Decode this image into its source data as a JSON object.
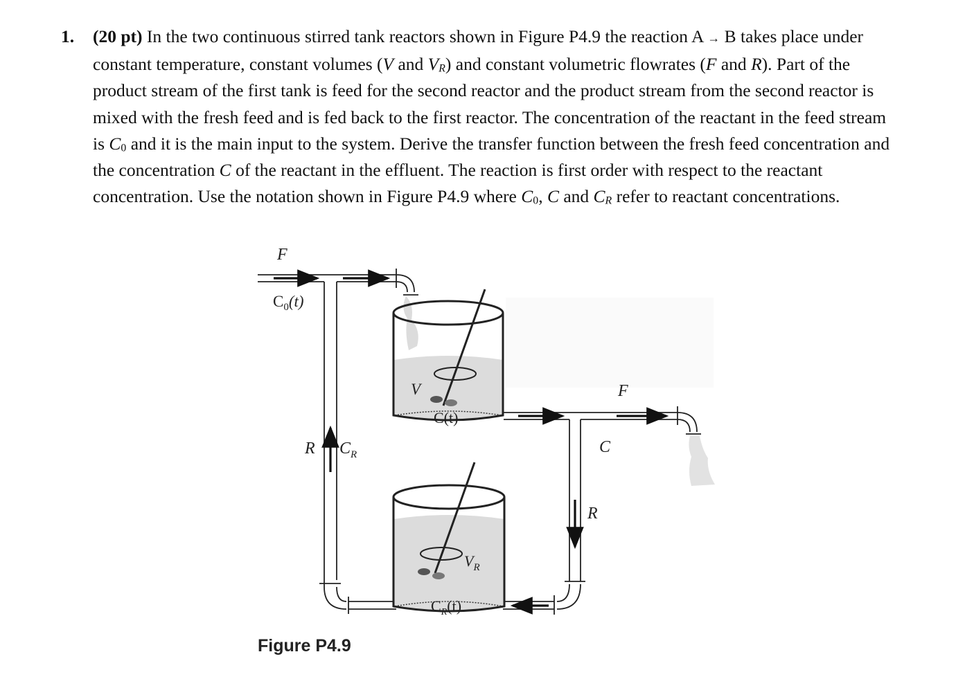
{
  "problem": {
    "number": "1.",
    "points": "(20 pt)",
    "segments": [
      " In the two continuous stirred tank reactors shown in Figure P4.9 the reaction A ",
      "→",
      " B takes place under constant temperature, constant volumes (",
      "V",
      " and ",
      "V",
      "R",
      ") and constant volumetric flowrates (",
      "F",
      " and ",
      "R",
      "). Part of the product stream of the first tank is feed for the second reactor and the product stream from the second reactor is mixed with the fresh feed and is fed back to the first reactor. The concentration of the reactant in the feed stream is ",
      "C",
      "0",
      " and it is the main input to the system. Derive the transfer function between the fresh feed concentration and the concentration ",
      "C",
      " of the reactant in the effluent. The reaction is first order with respect to the reactant concentration. Use the notation shown in Figure P4.9 where ",
      "C",
      "0",
      ", ",
      "C",
      " and ",
      "C",
      "R",
      " refer to reactant concentrations."
    ]
  },
  "figure": {
    "labels": {
      "feed_flow": "F",
      "feed_conc": "C",
      "feed_conc_sub": "0",
      "feed_conc_t": "(t)",
      "recycle_flow": "R",
      "recycle_conc": "C",
      "recycle_conc_sub": "R",
      "tank1_volume": "V",
      "tank1_conc": "C(t)",
      "outlet_flow": "F",
      "outlet_conc": "C",
      "downcomer_flow": "R",
      "tank2_volume": "V",
      "tank2_volume_sub": "R",
      "tank2_conc": "C",
      "tank2_conc_sub": "R",
      "tank2_conc_t": "(t)"
    },
    "caption": "Figure P4.9"
  }
}
